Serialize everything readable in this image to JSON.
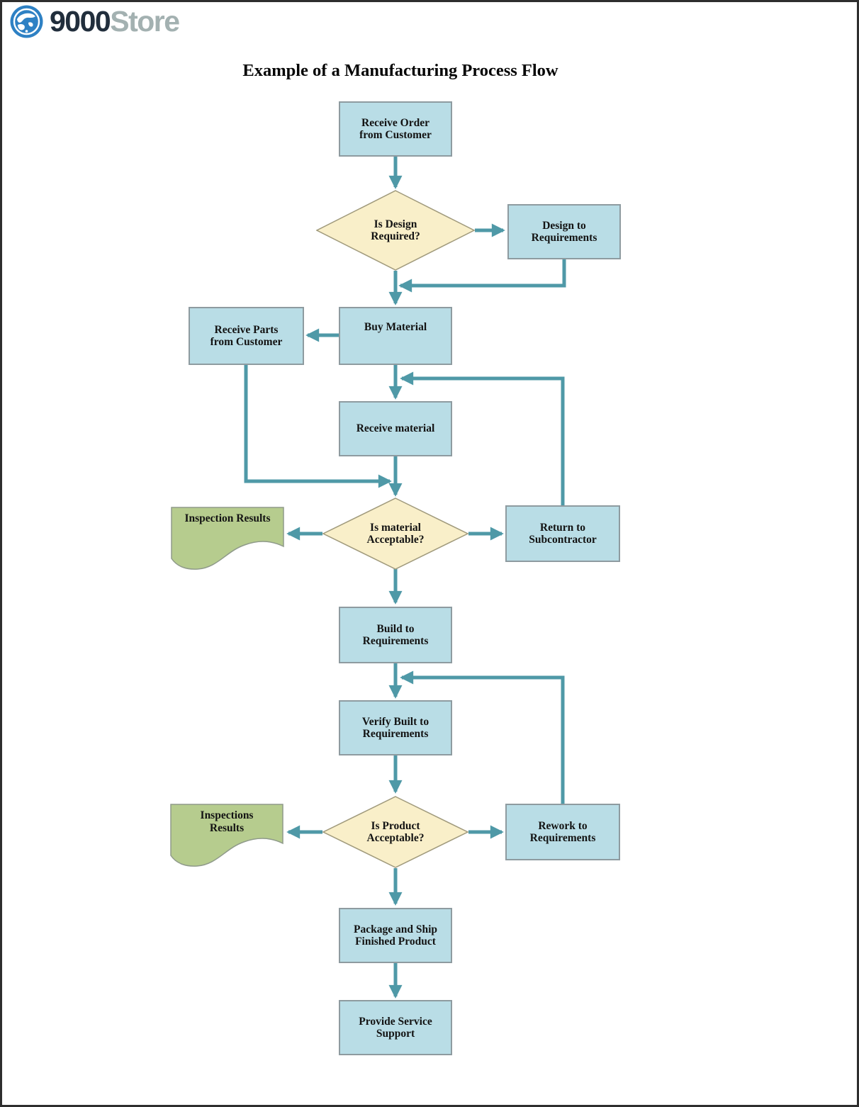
{
  "header": {
    "logo_icon": "globe-swirl-icon",
    "brand_primary": "9000",
    "brand_secondary": "Store"
  },
  "title": "Example of a Manufacturing Process Flow",
  "colors": {
    "process_fill": "#b9dde6",
    "decision_fill": "#f9efc9",
    "document_fill": "#b6cc8e",
    "shape_border": "#8e9ba0",
    "connector": "#4f99a7",
    "brand_primary_color": "#212e3c",
    "brand_secondary_color": "#a3b1b1",
    "page_border": "#2e2e2e"
  },
  "flowchart": {
    "nodes": {
      "receive_order": {
        "type": "process",
        "label": "Receive Order\nfrom Customer"
      },
      "is_design_required": {
        "type": "decision",
        "label": "Is Design\nRequired?"
      },
      "design_to_requirements": {
        "type": "process",
        "label": "Design to\nRequirements"
      },
      "buy_material": {
        "type": "process",
        "label": "Buy Material"
      },
      "receive_parts": {
        "type": "process",
        "label": "Receive Parts\nfrom Customer"
      },
      "receive_material": {
        "type": "process",
        "label": "Receive material"
      },
      "is_material_acceptable": {
        "type": "decision",
        "label": "Is material\nAcceptable?"
      },
      "inspection_results": {
        "type": "document",
        "label": "Inspection Results"
      },
      "return_to_subcontractor": {
        "type": "process",
        "label": "Return to\nSubcontractor"
      },
      "build_to_requirements": {
        "type": "process",
        "label": "Build to\nRequirements"
      },
      "verify_built_to_requirements": {
        "type": "process",
        "label": "Verify Built to\nRequirements"
      },
      "is_product_acceptable": {
        "type": "decision",
        "label": "Is Product\nAcceptable?"
      },
      "inspections_results": {
        "type": "document",
        "label": "Inspections\nResults"
      },
      "rework_to_requirements": {
        "type": "process",
        "label": "Rework to\nRequirements"
      },
      "package_and_ship": {
        "type": "process",
        "label": "Package and Ship\nFinished Product"
      },
      "provide_service_support": {
        "type": "process",
        "label": "Provide Service\nSupport"
      }
    }
  }
}
